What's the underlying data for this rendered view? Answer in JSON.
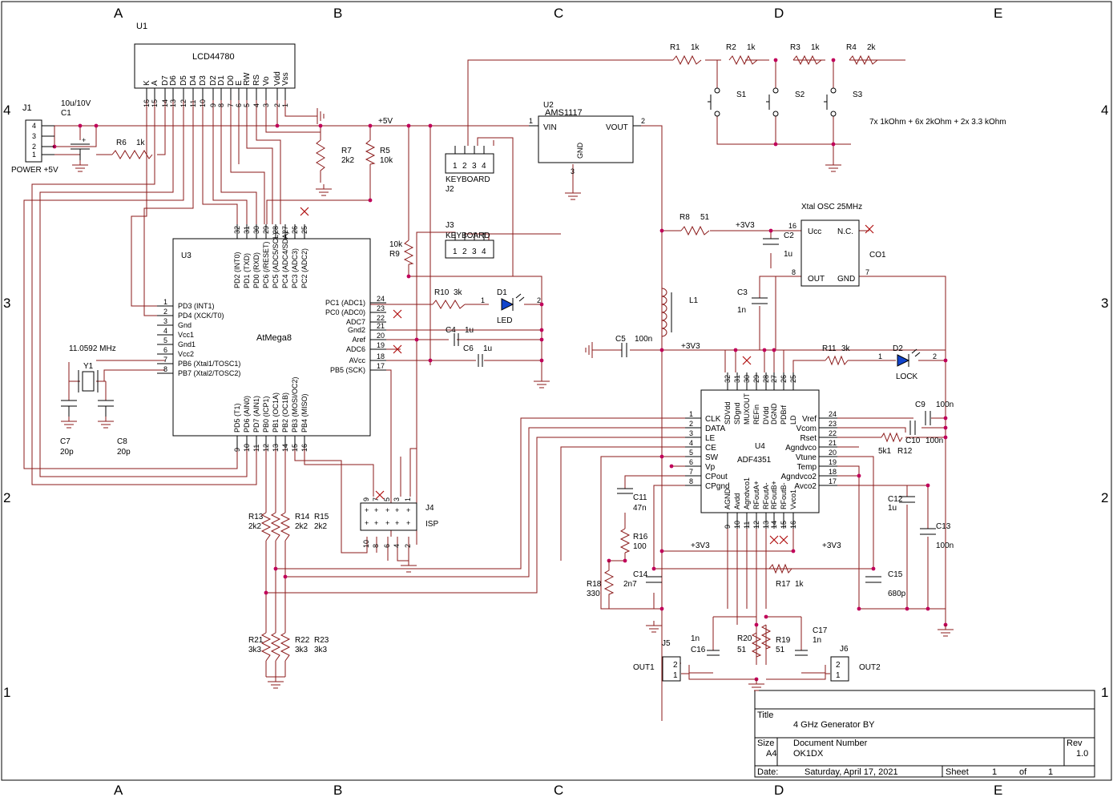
{
  "frame": {
    "columns": [
      "A",
      "B",
      "C",
      "D",
      "E"
    ],
    "rows": [
      "4",
      "3",
      "2",
      "1"
    ]
  },
  "title_block": {
    "title_label": "Title",
    "title": "4 GHz Generator BY",
    "size_label": "Size",
    "size": "A4",
    "docnum_label": "Document Number",
    "docnum": "OK1DX",
    "rev_label": "Rev",
    "rev": "1.0",
    "date_label": "Date:",
    "date": "Saturday, April 17, 2021",
    "sheet_label": "Sheet",
    "sheet": "1",
    "of_label": "of",
    "of": "1"
  },
  "note": "7x 1kOhm + 6x 2kOhm + 2x 3.3 kOhm",
  "nets": {
    "v5": "+5V",
    "v33": "+3V3"
  },
  "lcd": {
    "ref": "U1",
    "name": "LCD44780",
    "pins": [
      "K",
      "A",
      "D7",
      "D6",
      "D5",
      "D4",
      "D3",
      "D2",
      "D1",
      "D0",
      "E",
      "RW",
      "RS",
      "Vo",
      "Vdd",
      "Vss"
    ],
    "nums": [
      "16",
      "15",
      "14",
      "13",
      "12",
      "11",
      "10",
      "9",
      "8",
      "7",
      "6",
      "5",
      "4",
      "3",
      "2",
      "1"
    ]
  },
  "j1": {
    "ref": "J1",
    "name": "POWER +5V",
    "pins": [
      "4",
      "3",
      "2",
      "1"
    ]
  },
  "c1": {
    "ref": "C1",
    "value": "10u/10V"
  },
  "r6": {
    "ref": "R6",
    "value": "1k"
  },
  "r7": {
    "ref": "R7",
    "value": "2k2"
  },
  "r5": {
    "ref": "R5",
    "value": "10k"
  },
  "r9": {
    "ref": "R9",
    "value": "10k"
  },
  "u2": {
    "ref": "U2",
    "name": "AMS1117",
    "vin": "VIN",
    "vout": "VOUT",
    "gnd": "GND",
    "p1": "1",
    "p2": "2",
    "p3": "3"
  },
  "j2": {
    "ref": "J2",
    "name": "KEYBOARD",
    "pins": [
      "1",
      "2",
      "3",
      "4"
    ]
  },
  "j3": {
    "ref": "J3",
    "name": "KEYBOARD",
    "pins": [
      "1",
      "2",
      "3",
      "4"
    ]
  },
  "res_chain": [
    {
      "ref": "R1",
      "value": "1k"
    },
    {
      "ref": "R2",
      "value": "1k"
    },
    {
      "ref": "R3",
      "value": "1k"
    },
    {
      "ref": "R4",
      "value": "2k"
    }
  ],
  "switches": [
    "S1",
    "S2",
    "S3"
  ],
  "u3": {
    "ref": "U3",
    "name": "AtMega8",
    "left_pins": [
      {
        "n": "1",
        "l": "PD3 (INT1)"
      },
      {
        "n": "2",
        "l": "PD4 (XCK/T0)"
      },
      {
        "n": "3",
        "l": "Gnd"
      },
      {
        "n": "4",
        "l": "Vcc1"
      },
      {
        "n": "5",
        "l": "Gnd1"
      },
      {
        "n": "6",
        "l": "Vcc2"
      },
      {
        "n": "7",
        "l": "PB6 (Xtal1/TOSC1)"
      },
      {
        "n": "8",
        "l": "PB7 (Xtal2/TOSC2)"
      }
    ],
    "top_pins": [
      {
        "n": "32",
        "l": "PD2 (INT0)"
      },
      {
        "n": "31",
        "l": "PD1 (TXD)"
      },
      {
        "n": "30",
        "l": "PD0 (RXD)"
      },
      {
        "n": "29",
        "l": "PC6 (/RESET)"
      },
      {
        "n": "28",
        "l": "PC5 (ADC5/SCL)"
      },
      {
        "n": "27",
        "l": "PC4 (ADC4/SDA)"
      },
      {
        "n": "26",
        "l": "PC3 (ADC3)"
      },
      {
        "n": "25",
        "l": "PC2 (ADC2)"
      }
    ],
    "right_pins": [
      {
        "n": "24",
        "l": "PC1 (ADC1)"
      },
      {
        "n": "23",
        "l": "PC0 (ADC0)"
      },
      {
        "n": "22",
        "l": "ADC7"
      },
      {
        "n": "21",
        "l": "Gnd2"
      },
      {
        "n": "20",
        "l": "Aref"
      },
      {
        "n": "19",
        "l": "ADC6"
      },
      {
        "n": "18",
        "l": "AVcc"
      },
      {
        "n": "17",
        "l": "PB5 (SCK)"
      }
    ],
    "bottom_pins": [
      {
        "n": "9",
        "l": "PD5 (T1)"
      },
      {
        "n": "10",
        "l": "PD6 (AIN0)"
      },
      {
        "n": "11",
        "l": "PD7 (AIN1)"
      },
      {
        "n": "12",
        "l": "PB0 (ICP1)"
      },
      {
        "n": "13",
        "l": "PB1 (OC1A)"
      },
      {
        "n": "14",
        "l": "PB2 (OC1B)"
      },
      {
        "n": "15",
        "l": "PB3 (MOSI/OC2)"
      },
      {
        "n": "16",
        "l": "PB4 (MISO)"
      }
    ]
  },
  "xtal": {
    "ref": "Y1",
    "freq": "11.0592 MHz"
  },
  "c7": {
    "ref": "C7",
    "value": "20p"
  },
  "c8": {
    "ref": "C8",
    "value": "20p"
  },
  "r10": {
    "ref": "R10",
    "value": "3k"
  },
  "d1": {
    "ref": "D1",
    "name": "LED",
    "p1": "1",
    "p2": "2"
  },
  "c4": {
    "ref": "C4",
    "value": "1u"
  },
  "c6": {
    "ref": "C6",
    "value": "1u"
  },
  "j4": {
    "ref": "J4",
    "name": "ISP",
    "top": [
      "9",
      "7",
      "5",
      "3",
      "1"
    ],
    "bot": [
      "10",
      "8",
      "6",
      "4",
      "2"
    ]
  },
  "r13_15": {
    "r13": "R13",
    "r14": "R14",
    "r15": "R15",
    "value": "2k2"
  },
  "r21_23": {
    "r21": "R21",
    "r22": "R22",
    "r23": "R23",
    "value": "3k3"
  },
  "osc": {
    "ref": "CO1",
    "name": "Xtal OSC 25MHz",
    "ucc": "Ucc",
    "nc": "N.C.",
    "out": "OUT",
    "gnd": "GND",
    "p16": "16",
    "p8": "8",
    "p7": "7"
  },
  "r8": {
    "ref": "R8",
    "value": "51"
  },
  "c2": {
    "ref": "C2",
    "value": "1u"
  },
  "c3": {
    "ref": "C3",
    "value": "1n"
  },
  "l1": {
    "ref": "L1"
  },
  "c5": {
    "ref": "C5",
    "value": "100n"
  },
  "r11": {
    "ref": "R11",
    "value": "3k"
  },
  "d2": {
    "ref": "D2",
    "name": "LOCK",
    "p1": "1",
    "p2": "2"
  },
  "u4": {
    "ref": "U4",
    "name": "ADF4351",
    "left_pins": [
      {
        "n": "1",
        "l": "CLK"
      },
      {
        "n": "2",
        "l": "DATA"
      },
      {
        "n": "3",
        "l": "LE"
      },
      {
        "n": "4",
        "l": "CE"
      },
      {
        "n": "5",
        "l": "SW"
      },
      {
        "n": "6",
        "l": "Vp"
      },
      {
        "n": "7",
        "l": "CPout"
      },
      {
        "n": "8",
        "l": "CPgnd"
      }
    ],
    "top_pins": [
      {
        "n": "32",
        "l": "SDVdd"
      },
      {
        "n": "31",
        "l": "SDgnd"
      },
      {
        "n": "30",
        "l": "MUXOUT"
      },
      {
        "n": "29",
        "l": "REFin"
      },
      {
        "n": "28",
        "l": "DVdd"
      },
      {
        "n": "27",
        "l": "DGND"
      },
      {
        "n": "26",
        "l": "PDBrf"
      },
      {
        "n": "25",
        "l": "LD"
      }
    ],
    "right_pins": [
      {
        "n": "24",
        "l": "Vref"
      },
      {
        "n": "23",
        "l": "Vcom"
      },
      {
        "n": "22",
        "l": "Rset"
      },
      {
        "n": "21",
        "l": "Agndvco"
      },
      {
        "n": "20",
        "l": "Vtune"
      },
      {
        "n": "19",
        "l": "Temp"
      },
      {
        "n": "18",
        "l": "Agndvco2"
      },
      {
        "n": "17",
        "l": "Avco2"
      }
    ],
    "bottom_pins": [
      {
        "n": "9",
        "l": "AGND"
      },
      {
        "n": "10",
        "l": "Avdd"
      },
      {
        "n": "11",
        "l": "Agndvco1"
      },
      {
        "n": "12",
        "l": "RFoutA+"
      },
      {
        "n": "13",
        "l": "RFoutA-"
      },
      {
        "n": "14",
        "l": "RFoutB+"
      },
      {
        "n": "15",
        "l": "RFoutB-"
      },
      {
        "n": "16",
        "l": "Vvco1"
      }
    ]
  },
  "c9": {
    "ref": "C9",
    "value": "100n"
  },
  "c10": {
    "ref": "C10",
    "value": "100n"
  },
  "r12": {
    "ref": "R12",
    "value": "5k1"
  },
  "c11": {
    "ref": "C11",
    "value": "47n"
  },
  "r16": {
    "ref": "R16",
    "value": "100"
  },
  "r18": {
    "ref": "R18",
    "value": "330"
  },
  "c14": {
    "ref": "C14",
    "value": "2n7"
  },
  "r17": {
    "ref": "R17",
    "value": "1k"
  },
  "c15": {
    "ref": "C15",
    "value": "680p"
  },
  "c12": {
    "ref": "C12",
    "value": "1u"
  },
  "c13": {
    "ref": "C13",
    "value": "100n"
  },
  "j5": {
    "ref": "J5",
    "name": "OUT1",
    "pins": [
      "2",
      "1"
    ]
  },
  "j6": {
    "ref": "J6",
    "name": "OUT2",
    "pins": [
      "2",
      "1"
    ]
  },
  "c16": {
    "ref": "C16",
    "value": "1n"
  },
  "c17": {
    "ref": "C17",
    "value": "1n"
  },
  "r20": {
    "ref": "R20",
    "value": "51"
  },
  "r19": {
    "ref": "R19",
    "value": "51"
  }
}
